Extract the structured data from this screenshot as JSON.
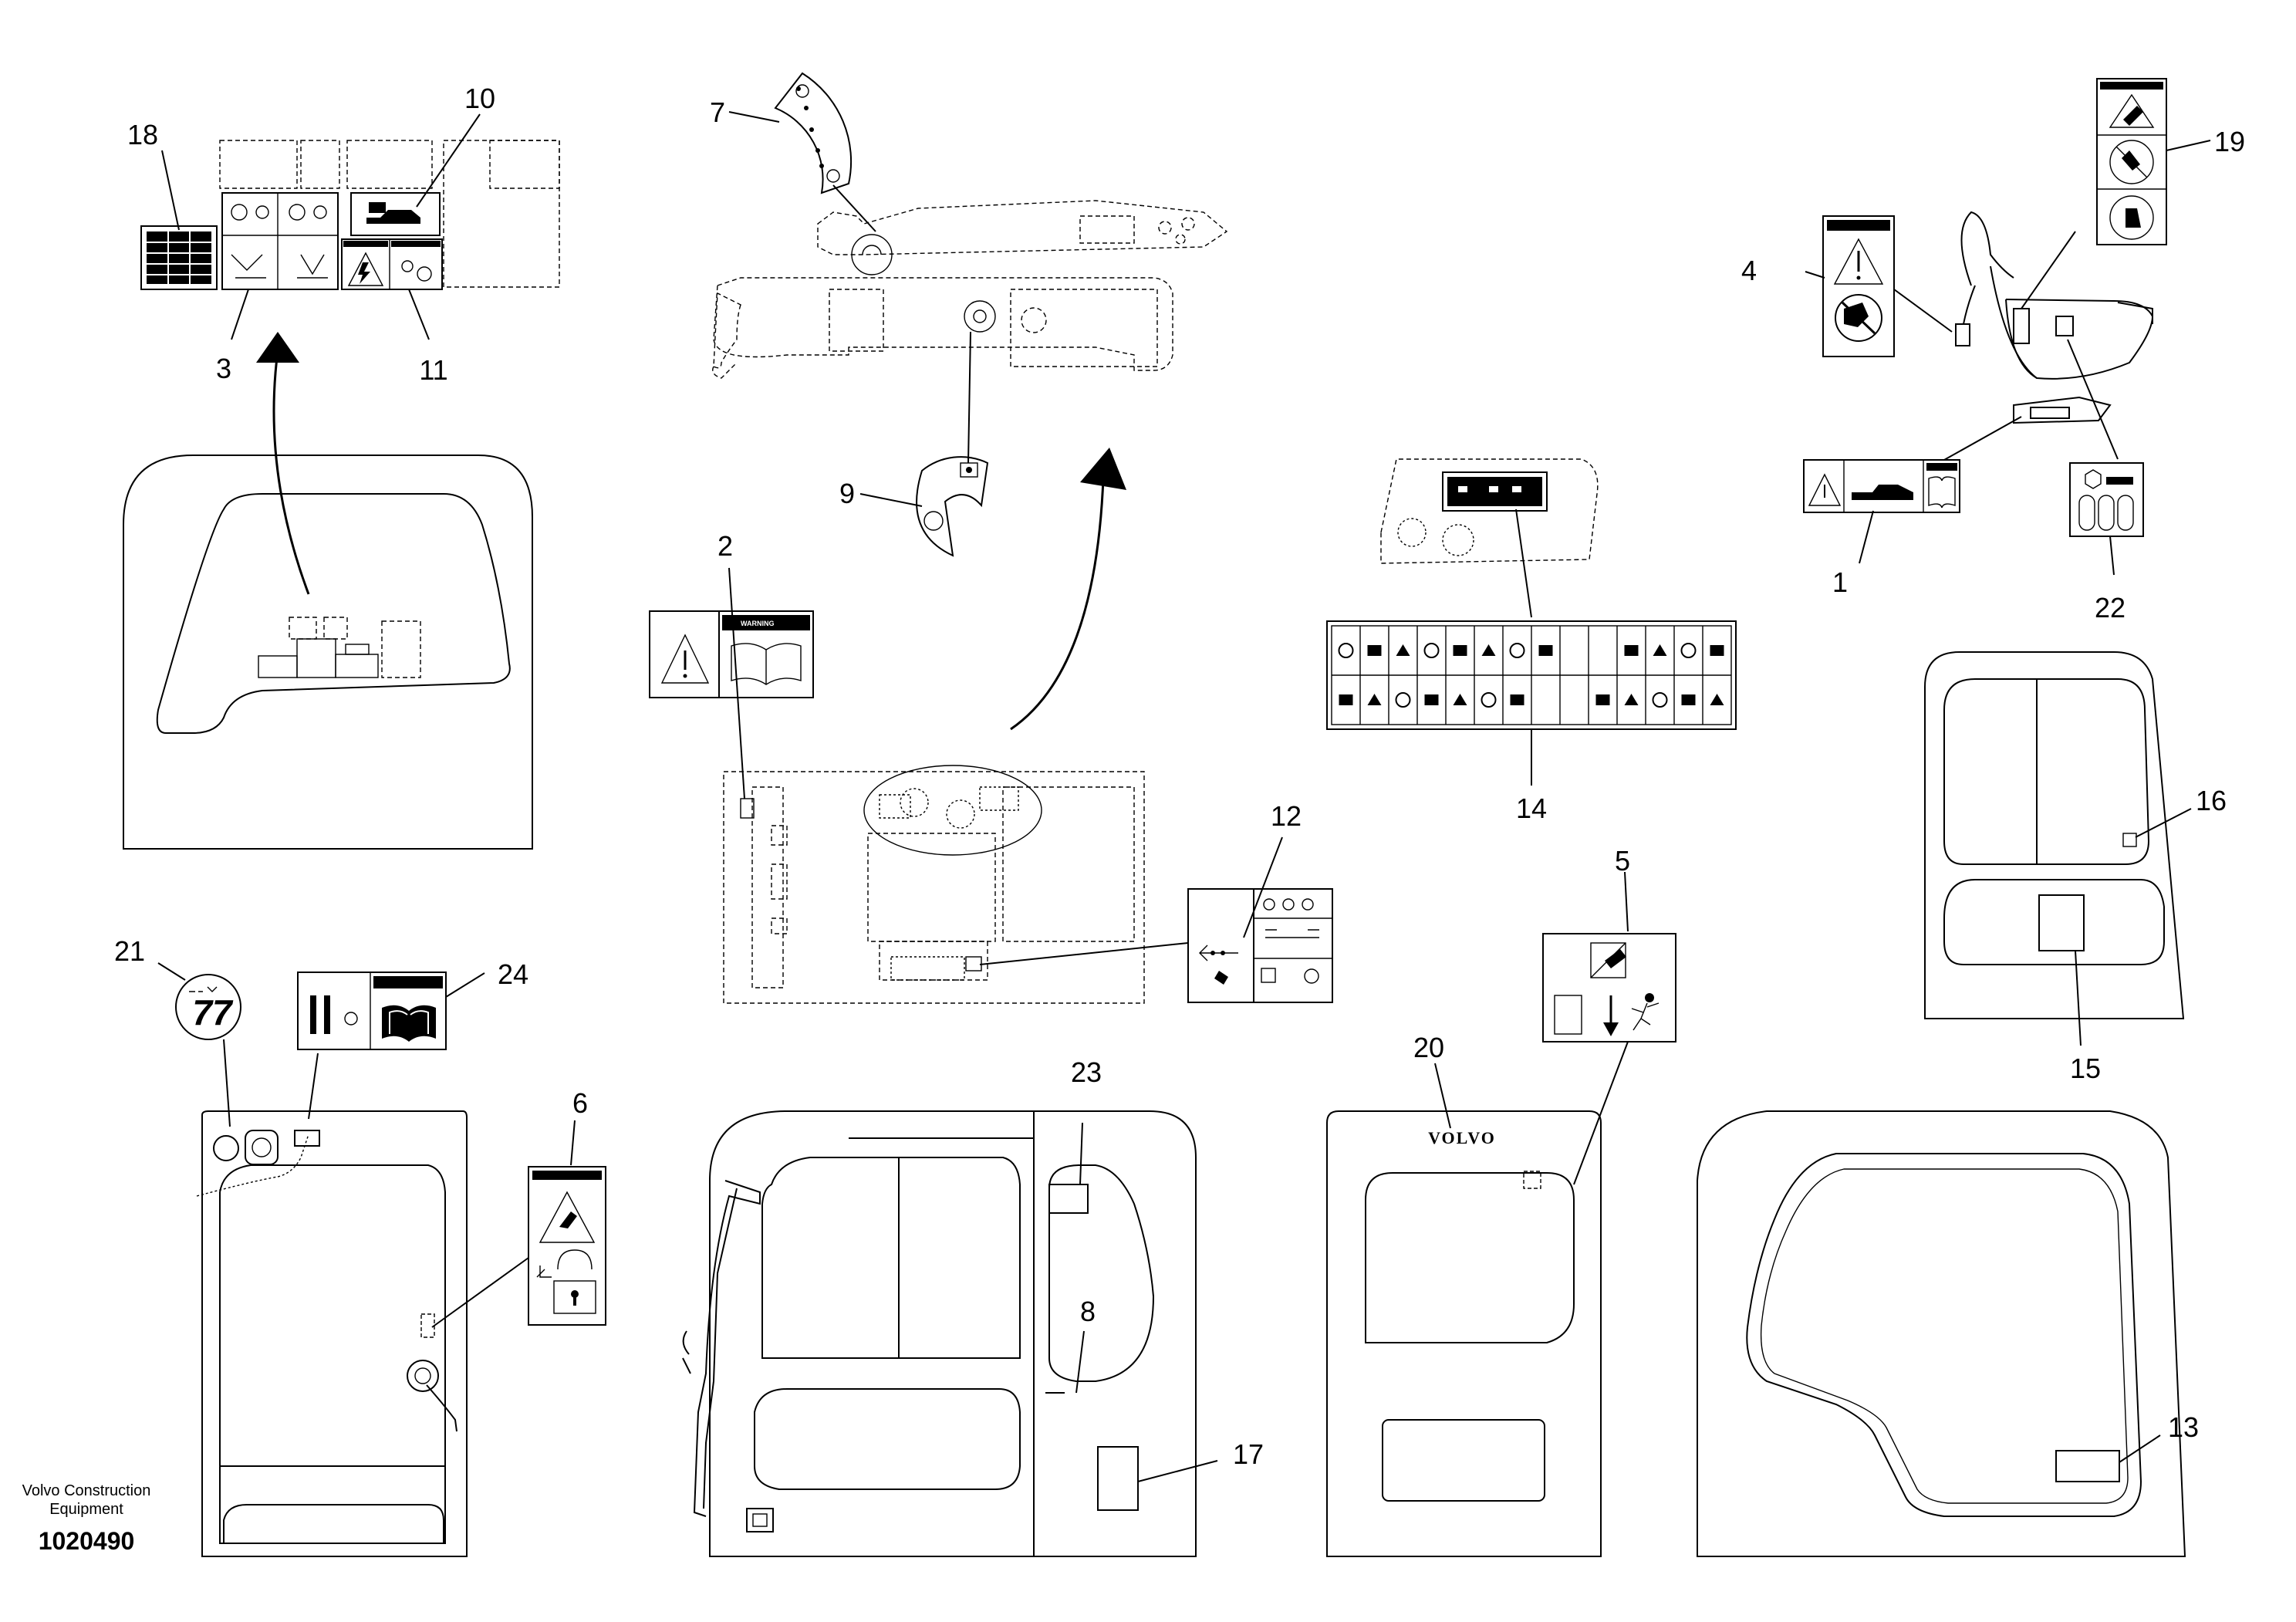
{
  "callouts": {
    "c1": "1",
    "c2": "2",
    "c3": "3",
    "c4": "4",
    "c5": "5",
    "c6": "6",
    "c7": "7",
    "c8": "8",
    "c9": "9",
    "c10": "10",
    "c11": "11",
    "c12": "12",
    "c13": "13",
    "c14": "14",
    "c15": "15",
    "c16": "16",
    "c17": "17",
    "c18": "18",
    "c19": "19",
    "c20": "20",
    "c21": "21",
    "c22": "22",
    "c23": "23",
    "c24": "24"
  },
  "decal_text": {
    "warning": "WARNING",
    "brand": "VOLVO",
    "speed": "77"
  },
  "footer": {
    "company_line1": "Volvo Construction",
    "company_line2": "Equipment",
    "drawing_number": "1020490"
  }
}
